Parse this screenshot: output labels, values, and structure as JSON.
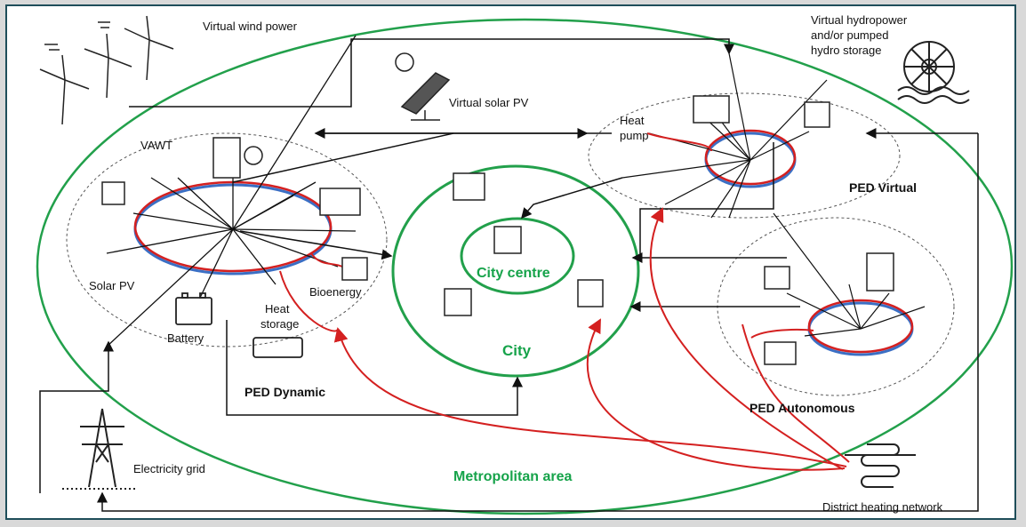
{
  "diagram": {
    "labels": {
      "virtual_wind": "Virtual wind power",
      "virtual_solar": "Virtual solar PV",
      "virtual_hydro_1": "Virtual hydropower",
      "virtual_hydro_2": "and/or pumped",
      "virtual_hydro_3": "hydro storage",
      "vawt": "VAWT",
      "solar_pv": "Solar PV",
      "battery": "Battery",
      "heat_storage_1": "Heat",
      "heat_storage_2": "storage",
      "bioenergy": "Bioenergy",
      "heat_pump_1": "Heat",
      "heat_pump_2": "pump",
      "ped_dynamic": "PED Dynamic",
      "ped_virtual": "PED Virtual",
      "ped_autonomous": "PED Autonomous",
      "city_centre": "City centre",
      "city": "City",
      "metropolitan": "Metropolitan area",
      "electricity_grid": "Electricity grid",
      "district_heating": "District heating network"
    },
    "colors": {
      "frame": "#1f4e5a",
      "metro_ring": "#22a04b",
      "heat_line": "#d42020",
      "elec_ring": "#3b6fc4",
      "lines": "#111111"
    }
  }
}
